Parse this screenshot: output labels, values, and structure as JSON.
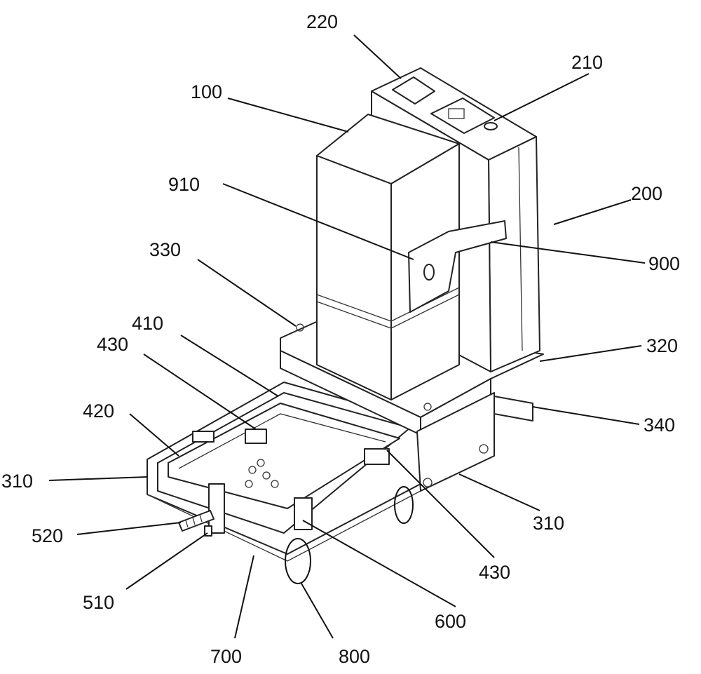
{
  "figure": {
    "labels": {
      "l220": "220",
      "l210": "210",
      "l100": "100",
      "l200": "200",
      "l910": "910",
      "l330": "330",
      "l900": "900",
      "l410": "410",
      "l430a": "430",
      "l320": "320",
      "l420": "420",
      "l340": "340",
      "l310a": "310",
      "l310b": "310",
      "l520": "520",
      "l430b": "430",
      "l510": "510",
      "l600": "600",
      "l700": "700",
      "l800": "800"
    },
    "line_color": "#111111",
    "background": "#ffffff"
  }
}
